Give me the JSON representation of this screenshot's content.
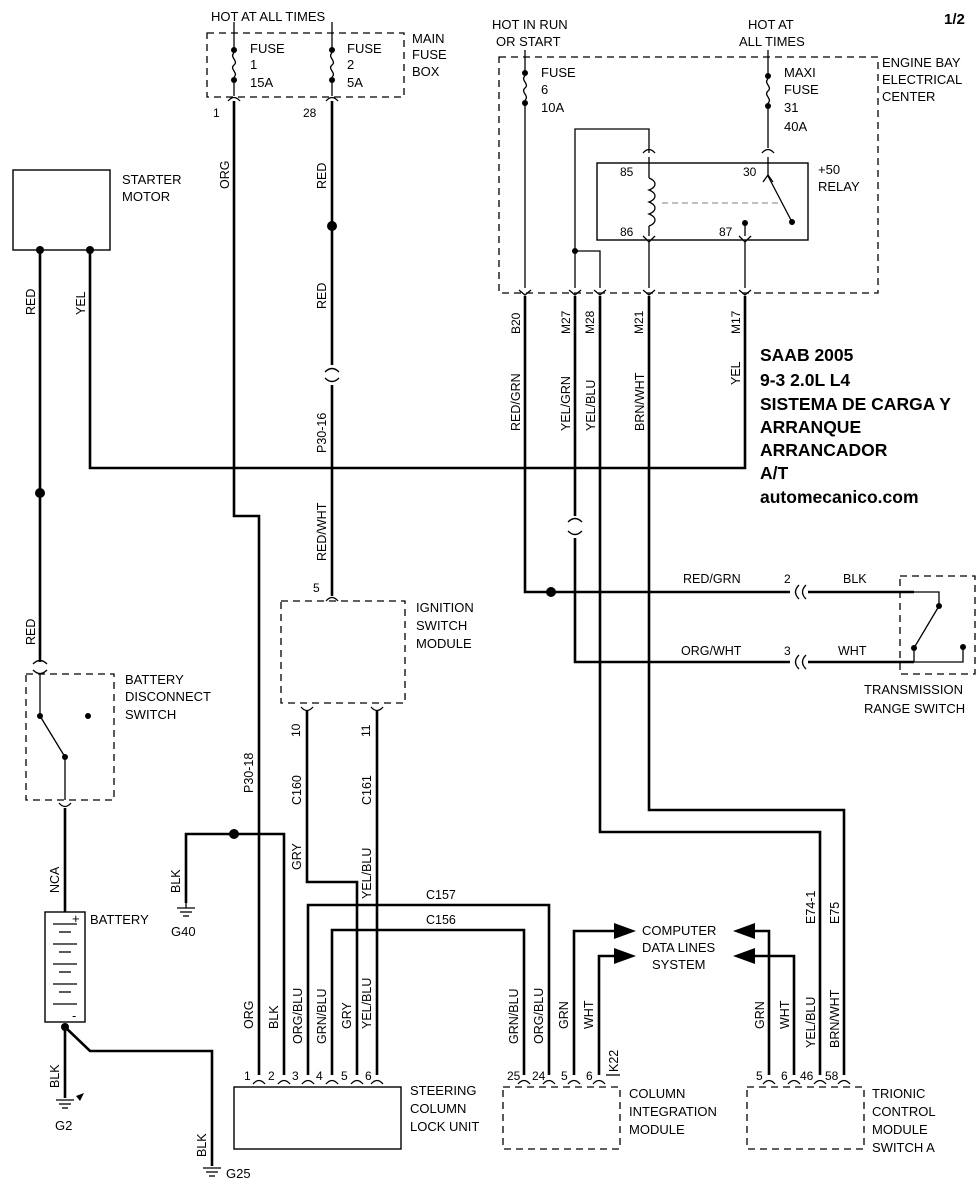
{
  "page_number": "1/2",
  "title_block": {
    "line1": "SAAB 2005",
    "line2": "9-3  2.0L L4",
    "line3": "SISTEMA DE CARGA Y",
    "line4": "ARRANQUE",
    "line5": "ARRANCADOR",
    "line6": "A/T",
    "line7": "automecanico.com"
  },
  "power": {
    "hot_all_times_main": "HOT AT ALL TIMES",
    "hot_run_start_1": "HOT IN RUN",
    "hot_run_start_2": "OR START",
    "hot_all_times_right_1": "HOT AT",
    "hot_all_times_right_2": "ALL TIMES"
  },
  "main_fuse_box": {
    "label_1": "MAIN",
    "label_2": "FUSE",
    "label_3": "BOX",
    "fuse1": {
      "name": "FUSE",
      "number": "1",
      "rating": "15A",
      "pin": "1"
    },
    "fuse2": {
      "name": "FUSE",
      "number": "2",
      "rating": "5A",
      "pin": "28"
    }
  },
  "engine_bay_center": {
    "label_1": "ENGINE BAY",
    "label_2": "ELECTRICAL",
    "label_3": "CENTER",
    "fuse6": {
      "name": "FUSE",
      "number": "6",
      "rating": "10A"
    },
    "maxi": {
      "name": "MAXI",
      "name2": "FUSE",
      "number": "31",
      "rating": "40A"
    },
    "relay": {
      "label_1": "+50",
      "label_2": "RELAY",
      "pin85": "85",
      "pin86": "86",
      "pin30": "30",
      "pin87": "87"
    },
    "pins": {
      "b20": "B20",
      "m27": "M27",
      "m28": "M28",
      "m21": "M21",
      "m17": "M17"
    }
  },
  "starter": {
    "label_1": "STARTER",
    "label_2": "MOTOR"
  },
  "battery_disconnect": {
    "label_1": "BATTERY",
    "label_2": "DISCONNECT",
    "label_3": "SWITCH"
  },
  "battery": {
    "label": "BATTERY",
    "plus": "+",
    "minus": "-"
  },
  "ignition_module": {
    "label_1": "IGNITION",
    "label_2": "SWITCH",
    "label_3": "MODULE",
    "pin5": "5",
    "pin10": "10",
    "pin11": "11"
  },
  "trs": {
    "label_1": "TRANSMISSION",
    "label_2": "RANGE SWITCH",
    "pin2": "2",
    "pin3": "3"
  },
  "steering_lock": {
    "label_1": "STEERING",
    "label_2": "COLUMN",
    "label_3": "LOCK UNIT",
    "pins": [
      "1",
      "2",
      "3",
      "4",
      "5",
      "6"
    ]
  },
  "column_module": {
    "label_1": "COLUMN",
    "label_2": "INTEGRATION",
    "label_3": "MODULE",
    "pins": [
      "25",
      "24",
      "5",
      "6"
    ],
    "conn": "K22"
  },
  "trionic": {
    "label_1": "TRIONIC",
    "label_2": "CONTROL",
    "label_3": "MODULE",
    "label_4": "SWITCH A",
    "pins": [
      "5",
      "6",
      "46",
      "58"
    ]
  },
  "data_lines": {
    "label_1": "COMPUTER",
    "label_2": "DATA LINES",
    "label_3": "SYSTEM"
  },
  "grounds": {
    "g40": "G40",
    "g2": "G2",
    "g25": "G25"
  },
  "connectors": {
    "p30_16": "P30-16",
    "p30_18": "P30-18",
    "c160": "C160",
    "c161": "C161",
    "c157": "C157",
    "c156": "C156",
    "e74": "E74-1",
    "e75": "E75"
  },
  "wires": {
    "org": "ORG",
    "red": "RED",
    "yel": "YEL",
    "red_grn": "RED/GRN",
    "yel_grn": "YEL/GRN",
    "yel_blu": "YEL/BLU",
    "brn_wht": "BRN/WHT",
    "red_wht": "RED/WHT",
    "blk": "BLK",
    "org_wht": "ORG/WHT",
    "wht": "WHT",
    "nca": "NCA",
    "gry": "GRY",
    "org_blu": "ORG/BLU",
    "grn_blu": "GRN/BLU",
    "grn": "GRN"
  }
}
